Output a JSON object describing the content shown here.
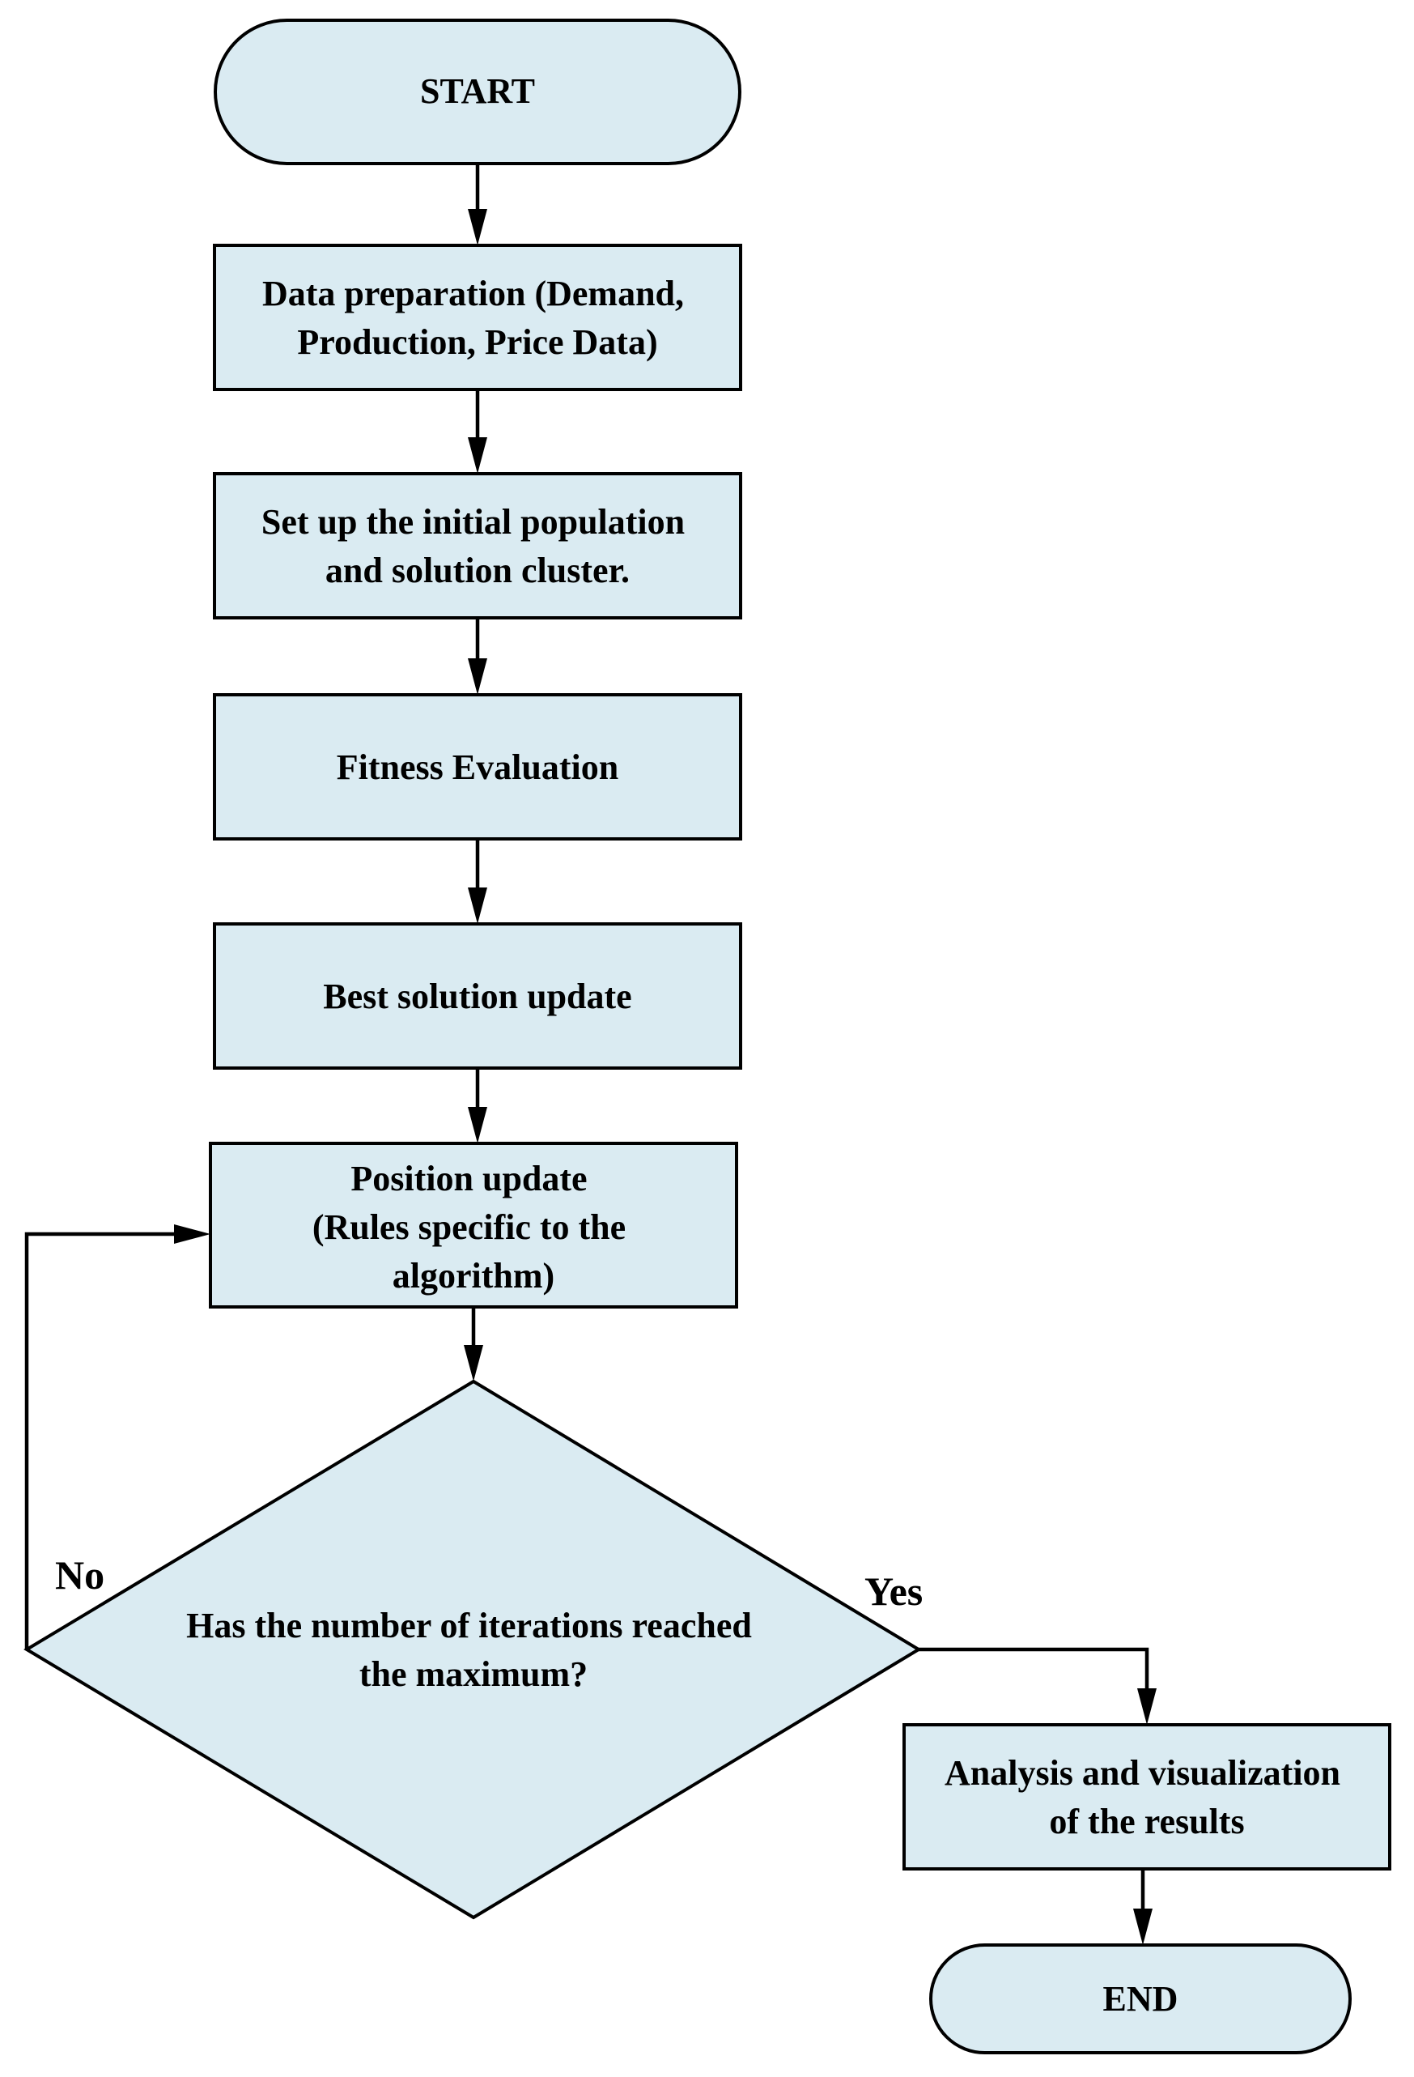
{
  "diagram": {
    "type": "flowchart",
    "nodes": {
      "start": {
        "label": "START"
      },
      "data_preparation": {
        "lines": [
          "Data preparation (Demand,",
          "Production, Price Data)"
        ]
      },
      "initial_population": {
        "lines": [
          "Set up the initial population",
          "and solution cluster."
        ]
      },
      "fitness_evaluation": {
        "label": "Fitness Evaluation"
      },
      "best_solution_update": {
        "label": "Best solution update"
      },
      "position_update": {
        "lines": [
          "Position update",
          "(Rules specific to the",
          "algorithm)"
        ]
      },
      "iteration_check": {
        "lines": [
          "Has the number of iterations reached",
          "the maximum?"
        ]
      },
      "analysis": {
        "lines": [
          "Analysis and visualization",
          "of the results"
        ]
      },
      "end": {
        "label": "END"
      }
    },
    "branches": {
      "no_label": "No",
      "yes_label": "Yes"
    },
    "edges": [
      {
        "from": "start",
        "to": "data_preparation"
      },
      {
        "from": "data_preparation",
        "to": "initial_population"
      },
      {
        "from": "initial_population",
        "to": "fitness_evaluation"
      },
      {
        "from": "fitness_evaluation",
        "to": "best_solution_update"
      },
      {
        "from": "best_solution_update",
        "to": "position_update"
      },
      {
        "from": "position_update",
        "to": "iteration_check"
      },
      {
        "from": "iteration_check",
        "to": "position_update",
        "label": "No"
      },
      {
        "from": "iteration_check",
        "to": "analysis",
        "label": "Yes"
      },
      {
        "from": "analysis",
        "to": "end"
      }
    ],
    "colors": {
      "node_fill": "#daebf2",
      "stroke": "#000000",
      "text": "#000000"
    }
  }
}
